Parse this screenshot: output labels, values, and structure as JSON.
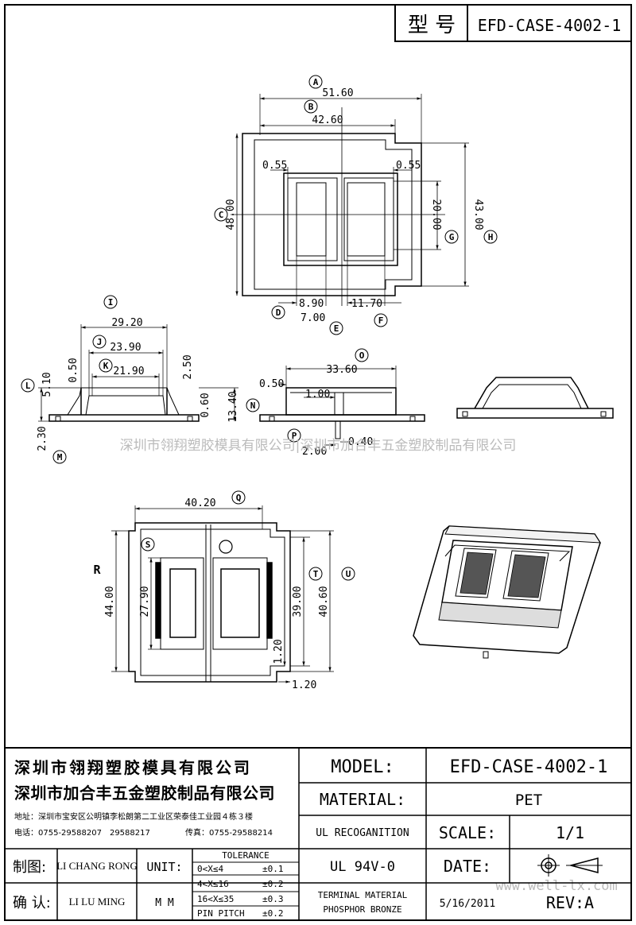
{
  "header": {
    "type_label": "型 号",
    "model": "EFD-CASE-4002-1"
  },
  "watermark": {
    "text": "深圳市翎翔塑胶模具有限公司|深圳市加合丰五金塑胶制品有限公司",
    "site": "www.well-lx.com"
  },
  "top_view": {
    "dims": {
      "a": "51.60",
      "b": "42.60",
      "c": "48.00",
      "h": "43.00",
      "g": "20.00",
      "s1": "0.55",
      "s2": "0.55",
      "d": "8.90",
      "e": "7.00",
      "f": "11.70"
    },
    "labels": {
      "a": "A",
      "b": "B",
      "c": "C",
      "d": "D",
      "e": "E",
      "f": "F",
      "g": "G",
      "h": "H"
    }
  },
  "side_view": {
    "dims": {
      "i": "29.20",
      "j": "23.90",
      "k": "21.90",
      "t1": "0.50",
      "t2": "2.50",
      "l": "5.10",
      "m": "2.30",
      "p": "0.60",
      "n": "13.40"
    },
    "labels": {
      "i": "I",
      "j": "J",
      "k": "K",
      "l": "L",
      "m": "M",
      "n": "N"
    }
  },
  "front_view": {
    "dims": {
      "o": "33.60",
      "a": "0.50",
      "b": "1.00",
      "p": "2.00",
      "q": "0.40"
    },
    "labels": {
      "o": "O",
      "p": "P"
    }
  },
  "bottom_view": {
    "dims": {
      "q": "40.20",
      "r": "44.00",
      "s": "27.90",
      "t": "39.00",
      "u": "40.60",
      "v": "1.20",
      "w": "1.20"
    },
    "labels": {
      "q": "Q",
      "r": "R",
      "s": "S",
      "t": "T",
      "u": "U"
    }
  },
  "title_block": {
    "company1": "深圳市翎翔塑胶模具有限公司",
    "company2": "深圳市加合丰五金塑胶制品有限公司",
    "address": "地址：深圳市宝安区公明镇李松朗第二工业区荣泰佳工业园４栋３楼",
    "phone": "电话：0755-29588207　29588217",
    "fax": "传真：0755-29588214",
    "drawn_label": "制图:",
    "drawn_by": "LI CHANG RONG",
    "checked_label": "确 认:",
    "checked_by": "LI LU MING",
    "unit_label": "UNIT:",
    "unit_value": "M M",
    "tolerance_label": "TOLERANCE",
    "tolerances": [
      {
        "range": "0<X≤4",
        "value": "±0.1"
      },
      {
        "range": "4<X≤16",
        "value": "±0.2"
      },
      {
        "range": "16<X≤35",
        "value": "±0.3"
      },
      {
        "range": "PIN PITCH",
        "value": "±0.2"
      }
    ],
    "model_label": "MODEL:",
    "model_value": "EFD-CASE-4002-1",
    "material_label": "MATERIAL:",
    "material_value": "PET",
    "ul_label": "UL RECOGANITION",
    "ul_value": "UL 94V-0",
    "scale_label": "SCALE:",
    "scale_value": "1/1",
    "date_label": "DATE:",
    "date_value": "5/16/2011",
    "terminal_label1": "TERMINAL MATERIAL",
    "terminal_label2": "PHOSPHOR BRONZE",
    "rev_label": "REV:A"
  }
}
